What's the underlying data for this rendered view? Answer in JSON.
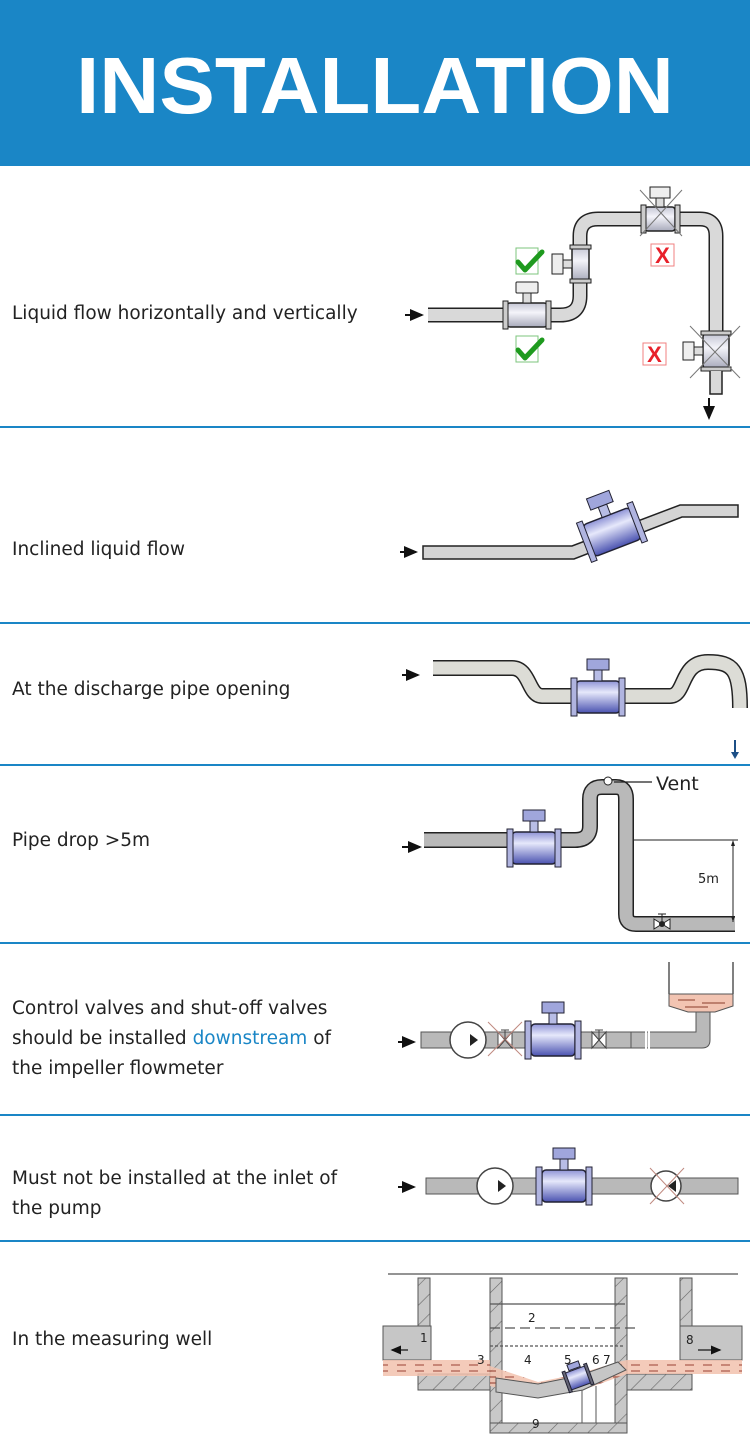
{
  "header": {
    "title": "INSTALLATION",
    "background": "#1a86c6"
  },
  "accent_color": "#1a86c6",
  "sections": [
    {
      "id": "horizontal-vertical",
      "text": "Liquid flow horizontally and vertically",
      "marks": {
        "correct": 2,
        "incorrect": 2
      }
    },
    {
      "id": "inclined",
      "text": "Inclined liquid flow"
    },
    {
      "id": "discharge",
      "text": "At the discharge pipe opening"
    },
    {
      "id": "pipe-drop",
      "text": "Pipe drop >5m",
      "annotations": {
        "vent": "Vent",
        "height": "5m"
      }
    },
    {
      "id": "valves",
      "text_before": "Control valves and shut-off valves should be installed ",
      "text_highlight": "downstream",
      "text_after": " of the impeller flowmeter"
    },
    {
      "id": "pump-inlet",
      "text": "Must not be installed at the inlet of the pump"
    },
    {
      "id": "measuring-well",
      "text": "In the measuring well",
      "callouts": [
        "1",
        "2",
        "3",
        "4",
        "5",
        "6",
        "7",
        "8",
        "9"
      ]
    }
  ],
  "legend": {
    "correct_mark": "✔",
    "incorrect_mark": "X"
  }
}
